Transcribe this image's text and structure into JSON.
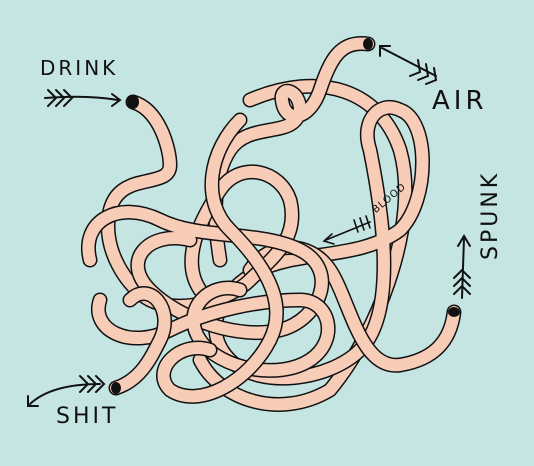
{
  "labels": {
    "drink": "DRINK",
    "air": "AIR",
    "shit": "SHIT",
    "spunk": "SPUNK",
    "blood": "BLOOD"
  },
  "colors": {
    "background": "#c5e5e3",
    "tube_fill": "#f7cdb8",
    "outline": "#111111"
  },
  "icons": {
    "arrow": "feathered-arrow",
    "opening": "tube-opening"
  }
}
